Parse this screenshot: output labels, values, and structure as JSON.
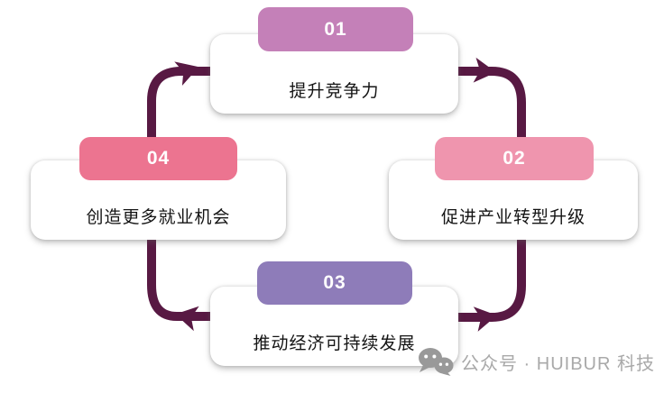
{
  "diagram": {
    "background": "#ffffff",
    "steps": [
      {
        "number": "01",
        "label": "提升竞争力",
        "badge_color": "#c480b8",
        "position": "top"
      },
      {
        "number": "02",
        "label": "促进产业转型升级",
        "badge_color": "#ef95ae",
        "position": "right"
      },
      {
        "number": "03",
        "label": "推动经济可持续发展",
        "badge_color": "#8e7cb9",
        "position": "bottom"
      },
      {
        "number": "04",
        "label": "创造更多就业机会",
        "badge_color": "#ec7490",
        "position": "left"
      }
    ],
    "arrows": {
      "color": "#581943",
      "flow": [
        "04→01",
        "01→02",
        "03→02",
        "03→04"
      ]
    }
  },
  "watermark": {
    "icon": "wechat-chat-bubbles-icon",
    "icon_color": "#999999",
    "text": "公众号 · HUIBUR 科技",
    "text_color": "#a9a9a9"
  }
}
